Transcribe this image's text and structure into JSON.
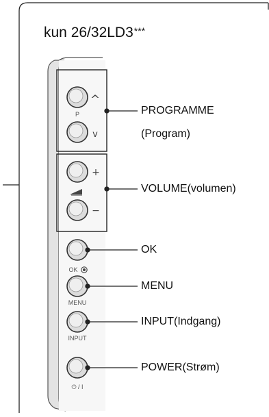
{
  "title": {
    "text": "kun 26/32LD3",
    "stars": "***"
  },
  "buttons": {
    "prog_up_symbol": "^",
    "prog_label": "P",
    "prog_down_symbol": "v",
    "vol_up_symbol": "+",
    "vol_down_symbol": "−",
    "ok_label": "OK",
    "menu_label": "MENU",
    "input_label": "INPUT",
    "power_label": "⏻ / I"
  },
  "callouts": {
    "programme_line1": "PROGRAMME",
    "programme_line2": "(Program)",
    "volume": "VOLUME(volumen)",
    "ok": "OK",
    "menu": "MENU",
    "input": "INPUT(Indgang)",
    "power": "POWER(Strøm)"
  },
  "colors": {
    "line": "#222222",
    "panel": "#e3e3e3",
    "button_fill": "#dcdcdc"
  }
}
